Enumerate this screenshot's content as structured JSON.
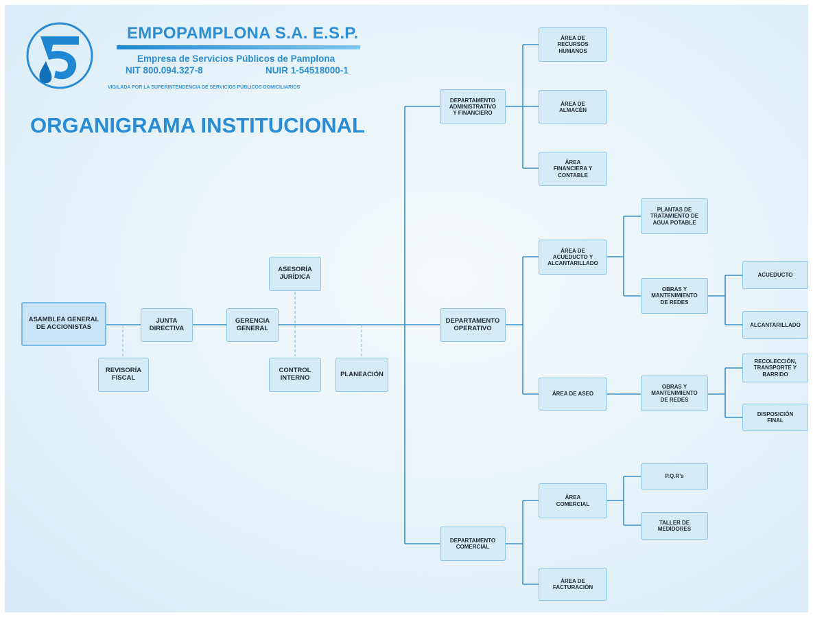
{
  "header": {
    "company": "EMPOPAMPLONA S.A. E.S.P.",
    "subtitle": "Empresa de Servicios Públicos de Pamplona",
    "nit": "NIT 800.094.327-8",
    "nuir": "NUIR 1-54518000-1",
    "vigilada": "VIGILADA POR LA SUPERINTENDENCIA DE SERVICIOS PÚBLICOS DOMICILIARIOS",
    "title": "ORGANIGRAMA INSTITUCIONAL"
  },
  "colors": {
    "brand": "#2a8cd4",
    "line": "#3a8fc8",
    "node_fill": "#d4ebf8",
    "node_border": "#8cc6ea"
  },
  "nodes": {
    "asamblea": "ASAMBLEA GENERAL\nDE ACCIONISTAS",
    "junta": "JUNTA\nDIRECTIVA",
    "gerencia": "GERENCIA\nGENERAL",
    "revisoria": "REVISORÍA\nFISCAL",
    "asesoria": "ASESORÍA\nJURÍDICA",
    "control": "CONTROL\nINTERNO",
    "planeacion": "PLANEACIÓN",
    "dep_admin": "DEPARTAMENTO\nADMINISTRATIVO\nY FINANCIERO",
    "dep_oper": "DEPARTAMENTO\nOPERATIVO",
    "dep_com": "DEPARTAMENTO\nCOMERCIAL",
    "rrhh": "ÁREA DE\nRECURSOS\nHUMANOS",
    "almacen": "ÁREA DE\nALMACÉN",
    "financiera": "ÁREA\nFINANCIERA Y\nCONTABLE",
    "acueducto_alc": "ÁREA DE\nACUEDUCTO Y\nALCANTARILLADO",
    "aseo": "ÁREA DE ASEO",
    "plantas": "PLANTAS DE\nTRATAMIENTO DE\nAGUA POTABLE",
    "obras1": "OBRAS Y\nMANTENIMIENTO\nDE REDES",
    "acueducto": "ACUEDUCTO",
    "alcantarillado": "ALCANTARILLADO",
    "obras2": "OBRAS Y\nMANTENIMIENTO\nDE REDES",
    "recoleccion": "RECOLECCIÓN,\nTRANSPORTE Y\nBARRIDO",
    "disposicion": "DISPOSICIÓN\nFINAL",
    "area_com": "ÁREA\nCOMERCIAL",
    "pqr": "P.Q.R's",
    "taller": "TALLER DE\nMEDIDORES",
    "facturacion": "ÁREA DE\nFACTURACIÓN"
  }
}
